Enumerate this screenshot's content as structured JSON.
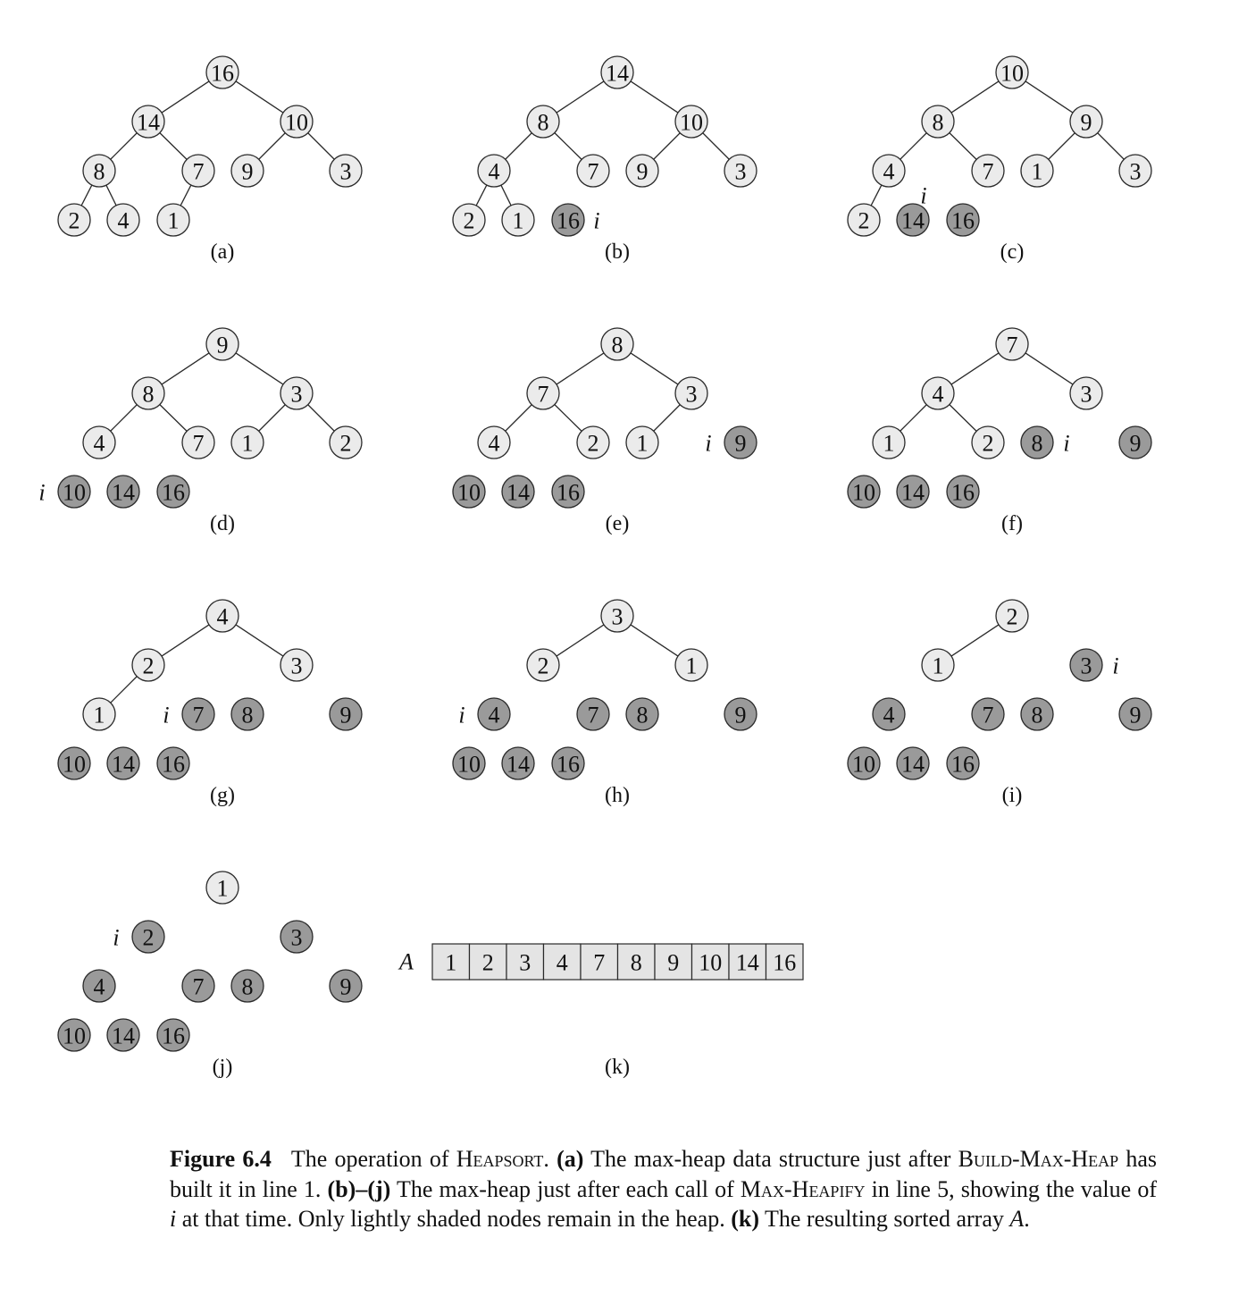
{
  "figure": {
    "panels": [
      {
        "label": "(a)",
        "nodes": [
          "16",
          "14",
          "10",
          "8",
          "7",
          "9",
          "3",
          "2",
          "4",
          "1"
        ],
        "in_heap": [
          true,
          true,
          true,
          true,
          true,
          true,
          true,
          true,
          true,
          true
        ],
        "i_at": null
      },
      {
        "label": "(b)",
        "nodes": [
          "14",
          "8",
          "10",
          "4",
          "7",
          "9",
          "3",
          "2",
          "1",
          "16"
        ],
        "in_heap": [
          true,
          true,
          true,
          true,
          true,
          true,
          true,
          true,
          true,
          false
        ],
        "i_at": 10
      },
      {
        "label": "(c)",
        "nodes": [
          "10",
          "8",
          "9",
          "4",
          "7",
          "1",
          "3",
          "2",
          "14",
          "16"
        ],
        "in_heap": [
          true,
          true,
          true,
          true,
          true,
          true,
          true,
          true,
          false,
          false
        ],
        "i_at": 9
      },
      {
        "label": "(d)",
        "nodes": [
          "9",
          "8",
          "3",
          "4",
          "7",
          "1",
          "2",
          "10",
          "14",
          "16"
        ],
        "in_heap": [
          true,
          true,
          true,
          true,
          true,
          true,
          true,
          false,
          false,
          false
        ],
        "i_at": 8
      },
      {
        "label": "(e)",
        "nodes": [
          "8",
          "7",
          "3",
          "4",
          "2",
          "1",
          "9",
          "10",
          "14",
          "16"
        ],
        "in_heap": [
          true,
          true,
          true,
          true,
          true,
          true,
          false,
          false,
          false,
          false
        ],
        "i_at": 7
      },
      {
        "label": "(f)",
        "nodes": [
          "7",
          "4",
          "3",
          "1",
          "2",
          "8",
          "9",
          "10",
          "14",
          "16"
        ],
        "in_heap": [
          true,
          true,
          true,
          true,
          true,
          false,
          false,
          false,
          false,
          false
        ],
        "i_at": 6
      },
      {
        "label": "(g)",
        "nodes": [
          "4",
          "2",
          "3",
          "1",
          "7",
          "8",
          "9",
          "10",
          "14",
          "16"
        ],
        "in_heap": [
          true,
          true,
          true,
          true,
          false,
          false,
          false,
          false,
          false,
          false
        ],
        "i_at": 5
      },
      {
        "label": "(h)",
        "nodes": [
          "3",
          "2",
          "1",
          "4",
          "7",
          "8",
          "9",
          "10",
          "14",
          "16"
        ],
        "in_heap": [
          true,
          true,
          true,
          false,
          false,
          false,
          false,
          false,
          false,
          false
        ],
        "i_at": 4
      },
      {
        "label": "(i)",
        "nodes": [
          "2",
          "1",
          "3",
          "4",
          "7",
          "8",
          "9",
          "10",
          "14",
          "16"
        ],
        "in_heap": [
          true,
          true,
          false,
          false,
          false,
          false,
          false,
          false,
          false,
          false
        ],
        "i_at": 3
      },
      {
        "label": "(j)",
        "nodes": [
          "1",
          "2",
          "3",
          "4",
          "7",
          "8",
          "9",
          "10",
          "14",
          "16"
        ],
        "in_heap": [
          true,
          false,
          false,
          false,
          false,
          false,
          false,
          false,
          false,
          false
        ],
        "i_at": 2
      }
    ],
    "i_symbol": "i",
    "array": {
      "name": "A",
      "label": "(k)",
      "values": [
        "1",
        "2",
        "3",
        "4",
        "7",
        "8",
        "9",
        "10",
        "14",
        "16"
      ]
    },
    "colors": {
      "in_heap_fill": "#ebebeb",
      "removed_fill": "#9a9a9a",
      "array_fill": "#e4e4e4",
      "stroke": "#2a2a2a",
      "text": "#111111"
    }
  },
  "caption": {
    "figure_number": "Figure 6.4",
    "t1": "The operation of ",
    "heapsort": "Heapsort",
    "t2": ". ",
    "a_label": "(a)",
    "t3": " The max-heap data structure just after ",
    "build_max_heap": "Build-Max-Heap",
    "t4": " has built it in line 1. ",
    "bj_label": "(b)–(j)",
    "t5": " The max-heap just after each call of ",
    "max_heapify": "Max-Heapify",
    "t6": " in line 5, showing the value of ",
    "i_var": "i",
    "t7": " at that time. Only lightly shaded nodes remain in the heap. ",
    "k_label": "(k)",
    "t8": " The resulting sorted array ",
    "a_var": "A",
    "t9": "."
  }
}
